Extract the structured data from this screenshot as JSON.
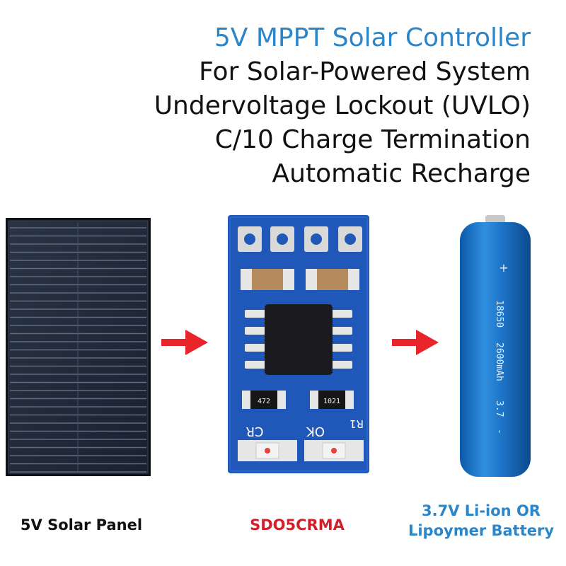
{
  "headlines": [
    "5V MPPT Solar Controller",
    "For Solar-Powered System",
    "Undervoltage Lockout (UVLO)",
    "C/10 Charge Termination",
    "Automatic Recharge"
  ],
  "colors": {
    "accent": "#2a86c8",
    "module_label": "#d0202a",
    "battery_label": "#2a86c8",
    "arrow": "#e8252a"
  },
  "panel": {
    "caption": "5V Solar Panel"
  },
  "module": {
    "caption": "SDO5CRMA",
    "silk_cr": "CR",
    "silk_ok": "OK",
    "silk_r1": "R1",
    "resistor_left": "472",
    "resistor_right": "1021"
  },
  "battery": {
    "caption_line1": "3.7V Li-ion OR",
    "caption_line2": "Lipoymer Battery",
    "print_plus": "+",
    "print_model": "18650",
    "print_capacity": "2600mAh",
    "print_voltage": "3.7",
    "print_minus": "-"
  }
}
